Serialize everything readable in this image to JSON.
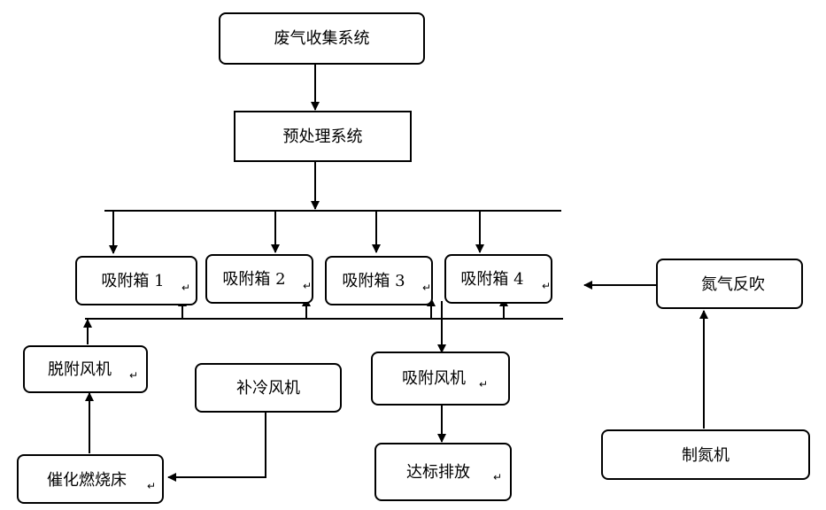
{
  "nodes": {
    "exhaust_collection": "废气收集系统",
    "pretreatment": "预处理系统",
    "adsorber_1": "吸附箱 1",
    "adsorber_2": "吸附箱 2",
    "adsorber_3": "吸附箱 3",
    "adsorber_4": "吸附箱 4",
    "nitrogen_backblow": "氮气反吹",
    "desorption_fan": "脱附风机",
    "cooling_fan": "补冷风机",
    "adsorption_fan": "吸附风机",
    "catalytic_bed": "催化燃烧床",
    "compliant_discharge": "达标排放",
    "nitrogen_generator": "制氮机"
  },
  "return_mark": "↵"
}
